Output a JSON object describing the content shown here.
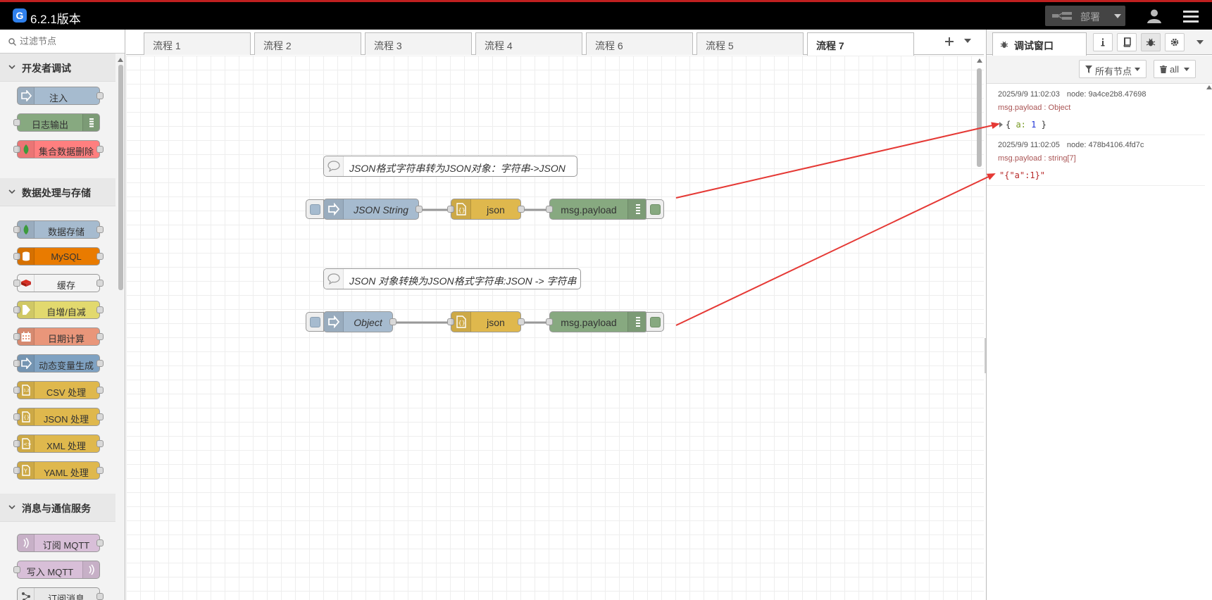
{
  "header": {
    "logo_letter": "G",
    "title": "6.2.1版本",
    "deploy_label": "部署"
  },
  "palette": {
    "search_placeholder": "过滤节点",
    "categories": [
      {
        "label": "开发者调试",
        "nodes": [
          "注入",
          "日志输出",
          "集合数据删除"
        ]
      },
      {
        "label": "数据处理与存储",
        "nodes": [
          "数据存储",
          "MySQL",
          "缓存",
          "自增/自减",
          "日期计算",
          "动态变量生成",
          "CSV 处理",
          "JSON 处理",
          "XML 处理",
          "YAML 处理"
        ]
      },
      {
        "label": "消息与通信服务",
        "nodes": [
          "订阅 MQTT",
          "写入 MQTT",
          "订阅消息"
        ]
      }
    ]
  },
  "tabs": [
    "流程 1",
    "流程 2",
    "流程 3",
    "流程 4",
    "流程 6",
    "流程 5",
    "流程 7"
  ],
  "active_tab": "流程 7",
  "flow": {
    "comment1": "JSON格式字符串转为JSON对象：字符串->JSON",
    "comment2": "JSON 对象转换为JSON格式字符串:JSON -> 字符串",
    "inject1": "JSON String",
    "inject2": "Object",
    "json1": "json",
    "json2": "json",
    "debug1": "msg.payload",
    "debug2": "msg.payload"
  },
  "sidebar": {
    "tab_label": "调试窗口",
    "filter_label": "所有节点",
    "clear_label": "all",
    "messages": [
      {
        "time": "2025/9/9 11:02:03",
        "node": "node: 9a4ce2b8.47698",
        "topic": "msg.payload : Object",
        "value_key": "a:",
        "value_num": "1"
      },
      {
        "time": "2025/9/9 11:02:05",
        "node": "node: 478b4106.4fd7c",
        "topic": "msg.payload : string[7]",
        "value": "\"{\"a\":1}\""
      }
    ]
  },
  "colors": {
    "inject": "#a6bbcf",
    "debug": "#87a980",
    "json": "#dfb84d",
    "mysql": "#e97b00",
    "mongo": "#ff7f7f",
    "date": "#e9967a",
    "counter": "#e2d96e",
    "mqtt": "#d8bfd8",
    "annotation_arrow": "#e53935"
  }
}
